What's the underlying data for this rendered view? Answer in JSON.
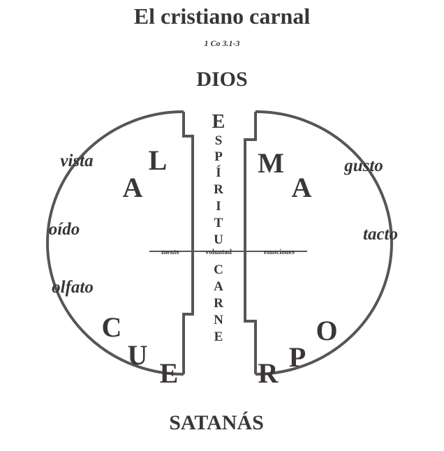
{
  "title": "El cristiano carnal",
  "reference": "1 Co 3.1-3",
  "top_label": "DIOS",
  "bottom_label": "SATANÁS",
  "center_vertical_top": [
    "E",
    "S",
    "P",
    "Í",
    "R",
    "I",
    "T",
    "U"
  ],
  "center_vertical_bottom": [
    "C",
    "A",
    "R",
    "N",
    "E"
  ],
  "soul_letters": {
    "left": [
      "A",
      "L"
    ],
    "right": [
      "M",
      "A"
    ]
  },
  "body_letters": [
    "C",
    "U",
    "E",
    "R",
    "P",
    "O"
  ],
  "soul_faculties": {
    "left": "mente",
    "center": "voluntad",
    "right": "emociones"
  },
  "senses": {
    "vista": "vista",
    "oido": "oído",
    "olfato": "olfato",
    "gusto": "gusto",
    "tacto": "tacto"
  }
}
